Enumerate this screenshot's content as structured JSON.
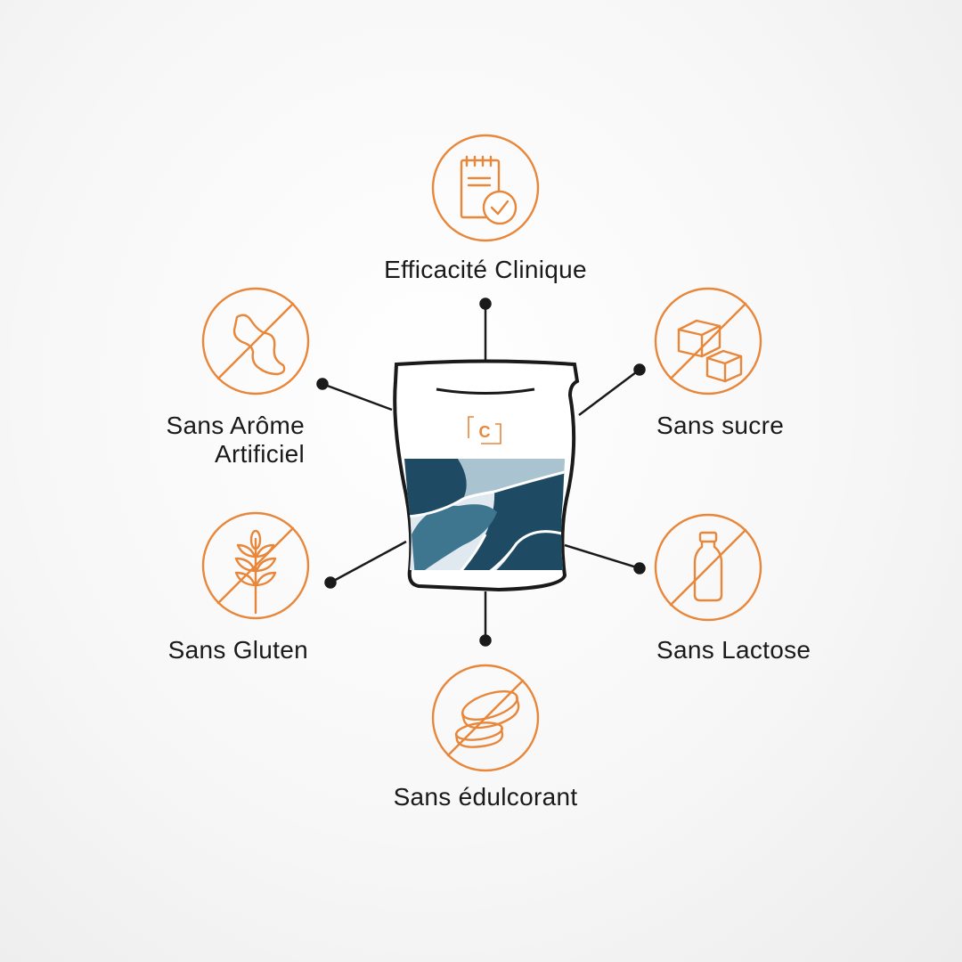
{
  "brand_mark": "C",
  "colors": {
    "accent": "#e8863a",
    "text": "#1a1a1a",
    "pouch_dark": "#1f4a63",
    "pouch_mid": "#3e7690",
    "pouch_light": "#a9c3d1"
  },
  "features": {
    "top": {
      "label": "Efficacité Clinique",
      "icon": "clipboard-check-icon"
    },
    "upper_left": {
      "line1": "Sans Arôme",
      "line2": "Artificiel",
      "icon": "no-flavor-icon"
    },
    "upper_right": {
      "label": "Sans sucre",
      "icon": "no-sugar-cubes-icon"
    },
    "lower_left": {
      "label": "Sans Gluten",
      "icon": "no-wheat-icon"
    },
    "lower_right": {
      "label": "Sans Lactose",
      "icon": "no-milk-bottle-icon"
    },
    "bottom": {
      "label": "Sans édulcorant",
      "icon": "no-sweetener-tablets-icon"
    }
  }
}
